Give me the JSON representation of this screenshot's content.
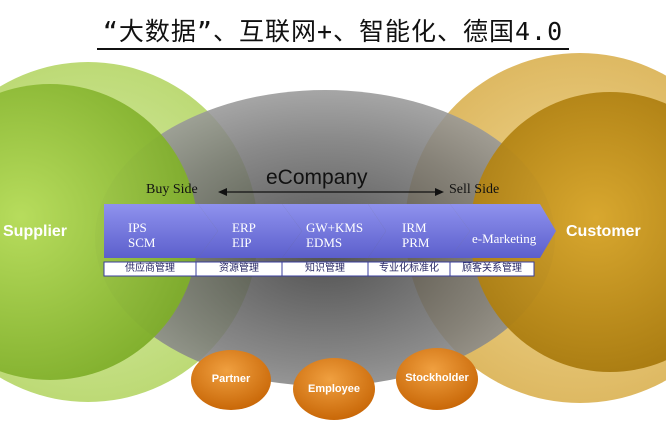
{
  "title": "“大数据”、互联网+、智能化、德国4.0",
  "center": {
    "label": "eCompany",
    "buy_side": "Buy Side",
    "sell_side": "Sell Side"
  },
  "left_circle": {
    "label": "Supplier"
  },
  "right_circle": {
    "label": "Customer"
  },
  "stages": [
    {
      "line1": "IPS",
      "line2": "SCM",
      "cn": "供应商管理"
    },
    {
      "line1": "ERP",
      "line2": "EIP",
      "cn": "资源管理"
    },
    {
      "line1": "GW+KMS",
      "line2": "EDMS",
      "cn": "知识管理"
    },
    {
      "line1": "IRM",
      "line2": "PRM",
      "cn": "专业化标准化"
    },
    {
      "line1": "e-Marketing",
      "line2": "",
      "cn": "顾客关系管理"
    }
  ],
  "stakeholders": [
    "Partner",
    "Employee",
    "Stockholder"
  ],
  "colors": {
    "left_circle": "#9bc53d",
    "left_halo": "#c8e28a",
    "right_circle": "#b98a16",
    "right_halo": "#e8c873",
    "center_ellipse": "#7f7f7f",
    "arrow": "#6f72d8",
    "stakeholder": "#d9780e"
  }
}
